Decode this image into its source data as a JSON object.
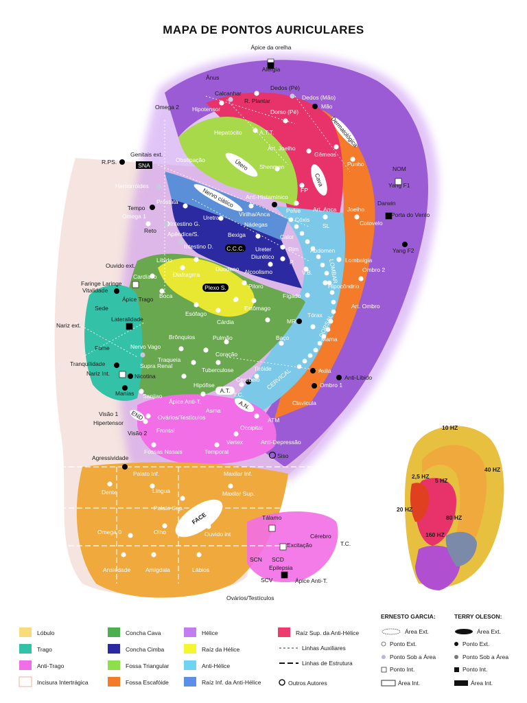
{
  "title": "MAPA DE PONTOS AURICULARES",
  "colors": {
    "lobulo": "#f0a93c",
    "trago": "#33c2a8",
    "antitrago": "#f26ee6",
    "concha_cava": "#6aa84f",
    "concha_cimba": "#2b2aa0",
    "fossa_triangular": "#a8d94a",
    "fossa_escafoide": "#f47b2a",
    "helice": "#9b5bd4",
    "raiz_helice": "#e8e832",
    "anti_helice": "#7cc8e8",
    "raiz_inf_antihelice": "#5b8fd8",
    "raiz_sup_antihelice": "#e8336a"
  },
  "labels_dark": {
    "apice_orelha": "Ápice da orelha",
    "alergia": "Alergia",
    "anus": "Ânus",
    "calcanhar": "Calcanhar",
    "dedos_pe": "Dedos (Pé)",
    "dedos_mao": "Dedos (Mão)",
    "r_plantar": "R. Plantar",
    "omega2": "Omega 2",
    "rps": "R.PS.",
    "nom": "NOM",
    "yang_f1": "Yang F1",
    "darwin": "Darwin",
    "porta_vento": "Porta do Vento",
    "yang_f2": "Yang F2",
    "tempo": "Tempo",
    "reto": "Reto",
    "ouvido_ext": "Ouvido ext.",
    "faringe": "Faringe Laringe",
    "vitalidade": "Vitalidade",
    "apice_trago": "Ápice Trago",
    "sede": "Sede",
    "nariz_ext": "Nariz ext.",
    "lateralidade": "Lateralidade",
    "fome": "Fome",
    "tranquilidade": "Tranquilidade",
    "nariz_int": "Nariz Int.",
    "nicotina": "Nicotina",
    "manias": "Manias",
    "visao1": "Visão 1",
    "hipertensor": "Hipertensor",
    "visao2": "Visão 2",
    "agressividade": "Agressividade",
    "siso": "Siso",
    "anti_libido": "Anti-Libido",
    "axila": "Axila",
    "ombro1": "Ombro 1",
    "talamo": "Tálamo",
    "cerebro2": "Cérebro",
    "excitacao": "Excitação",
    "tc2": "T.C.",
    "scn": "SCN",
    "scd": "SCD",
    "epilepsia": "Epilepsia",
    "scv": "SCV",
    "apice_anti_t": "Ápice Anti-T.",
    "ovarios2": "Ovários/Testículos"
  },
  "labels_light": {
    "mao": "Mão",
    "hipotensor": "Hipotensor",
    "dorso_pe": "Dorso (Pé)",
    "dermatologica": "Dermatológica",
    "hepatocito": "Hepatócito",
    "att": "A.T.T.",
    "art_joelho": "Art. Joelho",
    "gemeos": "Gêmeos",
    "genitais": "Genitais ext.",
    "sna": "SNA",
    "obstipacao": "Obstipação",
    "utero": "Útero",
    "shenmen": "Shenmen",
    "punho": "Punho",
    "cava": "Cava",
    "hemorroides": "Hemorróides",
    "nervo_ciatico": "Nervo ciático",
    "fp": "FP",
    "anti_histaminico": "Anti-Histamínico",
    "prostata": "Próstata",
    "art_anca": "Art. Anca",
    "joelho": "Joelho",
    "omega1": "Omega 1",
    "pelve": "Pelve",
    "virilha": "Virilha/Anca",
    "uretra": "Uretra",
    "coxis": "Cóxis",
    "cotovelo": "Cotovelo",
    "intestino_g": "Intestino G.",
    "nadegas": "Nádegas",
    "sl": "SL",
    "apendice": "Apêndice/S.",
    "bexiga": "Bexiga",
    "calor": "Calor",
    "intestino_d": "Intestino D.",
    "ccc": "C.C.C.",
    "ureter": "Ureter",
    "rim": "Rim",
    "abdomen": "Abdomen",
    "diuretico": "Diurético",
    "lombalgia": "Lombalgia",
    "libido": "Líbido",
    "p": "P.",
    "lombar": "LOMBAR",
    "duodeno": "Duodeno",
    "ombro2": "Ombro 2",
    "diafragma": "Diafragma",
    "alcoolismo": "Alcoolismo",
    "vb": "V.B.",
    "cardiaco": "Cardíaco",
    "plexo": "Plexo S.",
    "piloro": "Piloro",
    "hipocondrio": "Hipocôndrio",
    "boca": "Boca",
    "fígado": "Fígado",
    "zero": "0",
    "art_ombro": "Art. Ombro",
    "estomago": "Estômago",
    "esofago": "Esófago",
    "cardia": "Cárdia",
    "torax": "Tórax",
    "mr": "MR",
    "dorsal": "DORSAL",
    "mama": "Mama",
    "bronquios": "Brônquios",
    "pulmao": "Pulmão",
    "baco": "Baço",
    "nervo_vago": "Nervo Vago",
    "coracao": "Coração",
    "traqueia": "Traqueia",
    "supra_renal": "Supra Renal",
    "tuberculose": "Tuberculose",
    "tiroide": "Tiróide",
    "cervical": "CERVICAL",
    "cerebelo": "Cerebelo",
    "hipofise": "Hipófise",
    "at": "A.T.",
    "sanjiao": "Sanjiao",
    "apice_anti_t1": "Ápice Anti-T.",
    "tc": "T.C.",
    "an": "A.N.",
    "clavicula": "Clavícula",
    "end": "END",
    "ovarios": "Ovários/Testículos",
    "asma": "Asma",
    "atm": "ATM",
    "occipital": "Occipital",
    "frontal": "Frontal",
    "vertex": "Vertex",
    "anti_depressao": "Anti-Depressão",
    "fossas_nasais": "Fossas Nasais",
    "temporal": "Temporal",
    "palato_inf": "Palato Inf.",
    "maxilar_inf": "Maxilar Inf.",
    "dente": "Dente",
    "lingua": "Língua",
    "maxilar_sup": "Maxilar Sup.",
    "palato_sup": "Palato Sup.",
    "face": "FACE",
    "omega0": "Omega 0",
    "olho": "Olho",
    "ouvido_int": "Ouvido int",
    "ansiedade": "Ansiedade",
    "amigdala": "Amígdala",
    "labios": "Lábios"
  },
  "hz_labels": [
    "10 HZ",
    "40 HZ",
    "2,5 HZ",
    "5 HZ",
    "20 HZ",
    "80 HZ",
    "160 HZ"
  ],
  "legend_zones": [
    {
      "name": "Lóbulo",
      "color": "#f8dc7c"
    },
    {
      "name": "Trago",
      "color": "#33c2a8"
    },
    {
      "name": "Anti-Trago",
      "color": "#f26ee6"
    },
    {
      "name": "Incisura Intertrágica",
      "color": "#ffffff"
    },
    {
      "name": "Concha Cava",
      "color": "#4caf50"
    },
    {
      "name": "Concha Cimba",
      "color": "#2b2aa0"
    },
    {
      "name": "Fossa Triangular",
      "color": "#8ee04a"
    },
    {
      "name": "Fossa Escafóide",
      "color": "#f47b2a"
    },
    {
      "name": "Hélice",
      "color": "#c27ef0"
    },
    {
      "name": "Raíz da Hélice",
      "color": "#f5f532"
    },
    {
      "name": "Anti-Hélice",
      "color": "#6fd3f2"
    },
    {
      "name": "Raíz Inf. da Anti-Hélice",
      "color": "#5b8fe8"
    },
    {
      "name": "Raíz Sup. da Anti-Hélice",
      "color": "#ee3b6e"
    }
  ],
  "legend_lines": {
    "aux": "Linhas Auxiliares",
    "estrutura": "Linhas de Estrutura",
    "outros": "Outros Autores"
  },
  "legend_authors": {
    "garcia": "ERNESTO GARCIA:",
    "oleson": "TERRY OLESON:",
    "garcia_items": [
      "Área Ext.",
      "Ponto Ext.",
      "Ponto Sob a Área",
      "Ponto Int.",
      "Área Int."
    ],
    "oleson_items": [
      "Área Ext.",
      "Ponto Ext.",
      "Ponto Sob a Área",
      "Ponto Int.",
      "Área Int."
    ]
  }
}
